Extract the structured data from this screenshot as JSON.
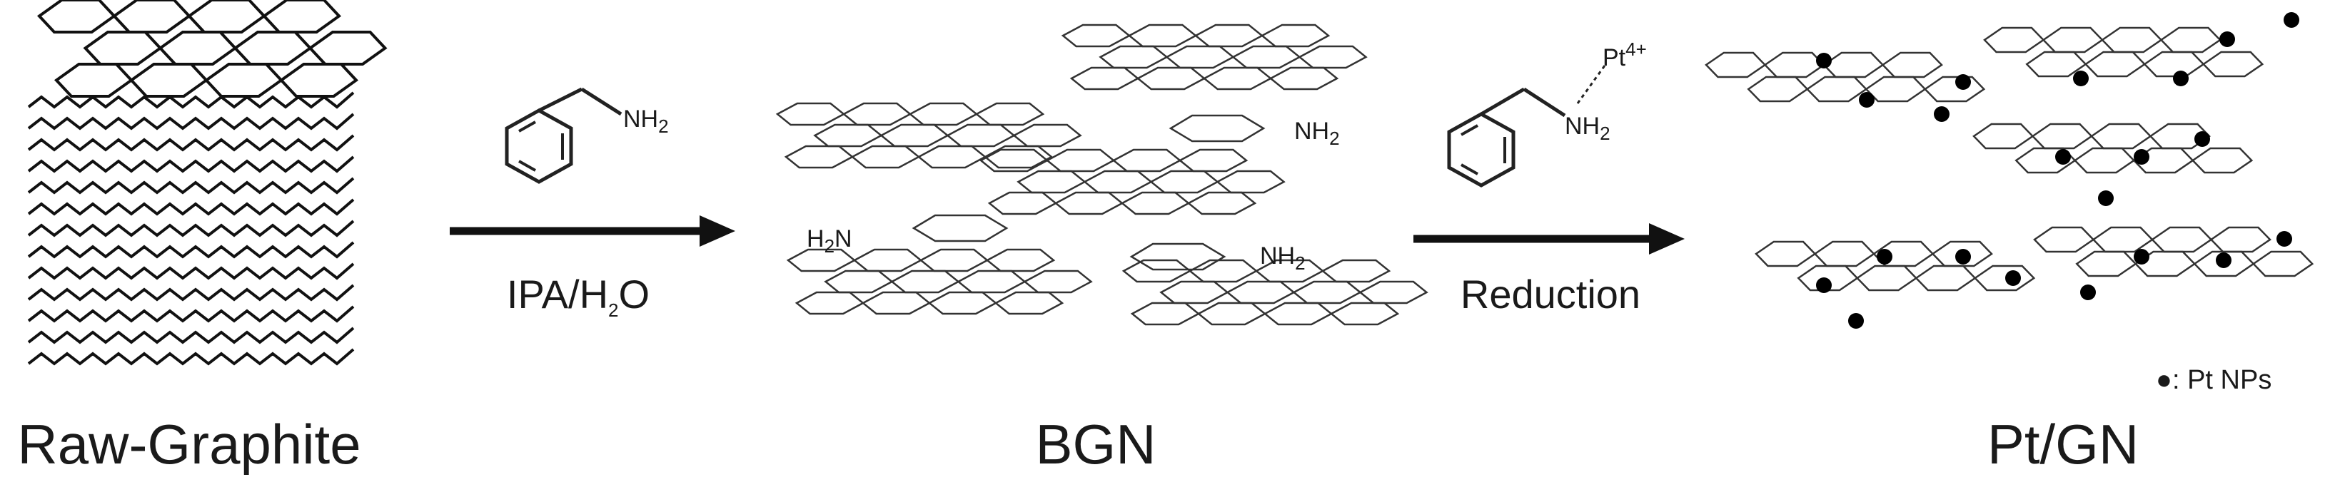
{
  "stages": {
    "raw_graphite": "Raw-Graphite",
    "bgn": "BGN",
    "pt_gn": "Pt/GN"
  },
  "step1": {
    "reagent_group": "NH",
    "reagent_sub": "2",
    "condition_main": "IPA/H",
    "condition_sub": "2",
    "condition_tail": "O"
  },
  "step2": {
    "reagent_group": "NH",
    "reagent_sub": "2",
    "metal": "Pt",
    "metal_charge": "4+",
    "condition": "Reduction"
  },
  "bgn_labels": {
    "nh2_group": "NH",
    "nh2_sub": "2",
    "h2n_prefix": "H",
    "h2n_sub": "2",
    "h2n_suffix": "N"
  },
  "legend": {
    "marker": "●",
    "text": ": Pt NPs"
  },
  "colors": {
    "line": "#333333",
    "arrow": "#111111",
    "particle": "#000000"
  }
}
